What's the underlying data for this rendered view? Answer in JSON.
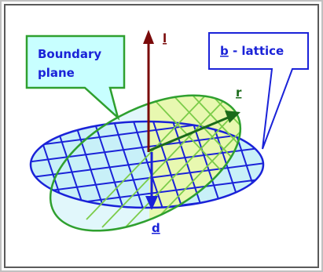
{
  "labels": {
    "boundary_line1": "Boundary",
    "boundary_line2": "plane",
    "lattice_b": "b",
    "lattice_rest": " - lattice",
    "vec_l": "l",
    "vec_r": "r",
    "vec_d": "d"
  },
  "colors": {
    "frame_outer": "#c0c0c0",
    "frame_inner": "#5a5a5a",
    "blue_lattice": "#1a22d8",
    "green_lattice": "#2fa02f",
    "overlap_fill": "#e8f8b0",
    "blue_fill": "#c8f0f8",
    "callout_fill": "#c8ffff",
    "l_arrow": "#7a0a0a",
    "r_arrow": "#1a6b1a",
    "d_arrow": "#1a22d8"
  },
  "icons": {
    "l_arrow": "arrow-up-icon",
    "r_arrow": "arrow-diagonal-icon",
    "d_arrow": "arrow-down-icon"
  }
}
